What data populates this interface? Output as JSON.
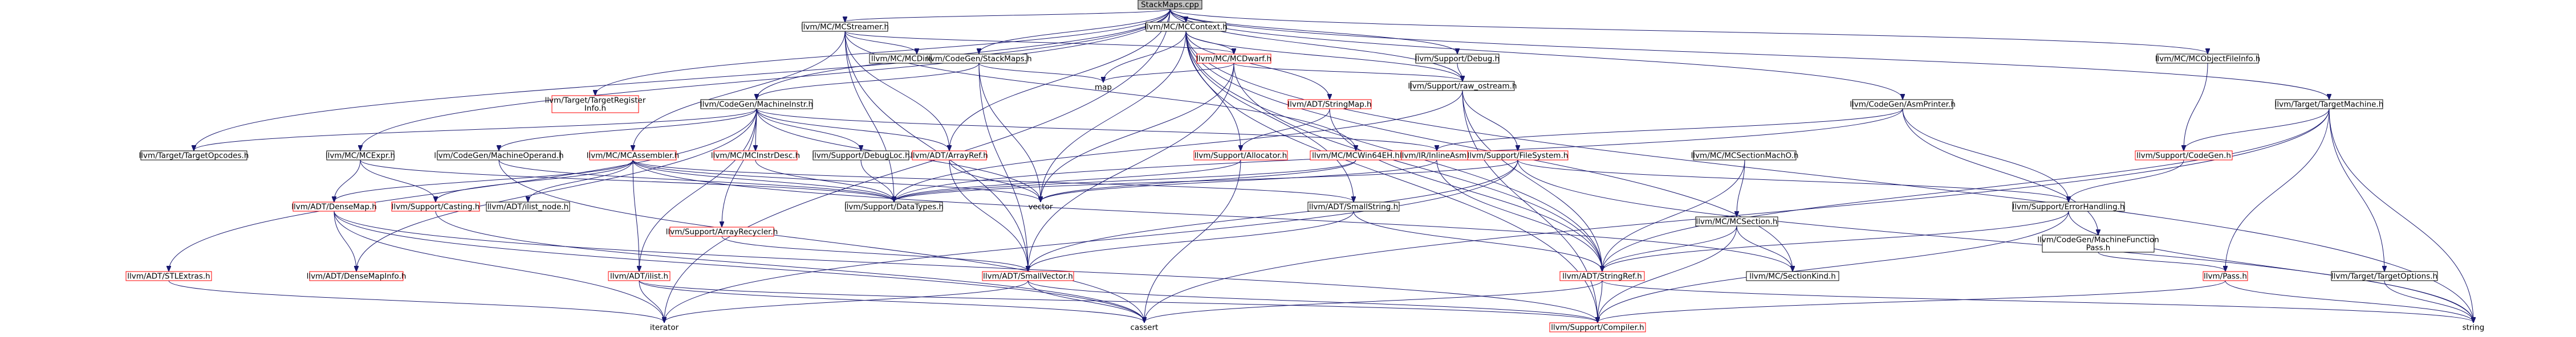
{
  "diagram": {
    "root": "StackMaps.cpp",
    "colors": {
      "edge": "#191970",
      "root_fill": "#bfbfbf",
      "missing_border": "#ff0000",
      "normal_border": "#000000"
    },
    "nodes": [
      {
        "id": "root",
        "label": "StackMaps.cpp",
        "kind": "root"
      },
      {
        "id": "mcstreamer",
        "label": "llvm/MC/MCStreamer.h",
        "kind": "plain"
      },
      {
        "id": "mccontext",
        "label": "llvm/MC/MCContext.h",
        "kind": "plain"
      },
      {
        "id": "mcobjfileinfo",
        "label": "llvm/MC/MCObjectFileInfo.h",
        "kind": "plain"
      },
      {
        "id": "targetregister",
        "label": "llvm/Target/TargetRegister\nInfo.h",
        "kind": "red"
      },
      {
        "id": "mcdirectives",
        "label": "llvm/MC/MCDirectives.h",
        "kind": "plain"
      },
      {
        "id": "cgstackmaps",
        "label": "llvm/CodeGen/StackMaps.h",
        "kind": "plain"
      },
      {
        "id": "mcdwarf",
        "label": "llvm/MC/MCDwarf.h",
        "kind": "red"
      },
      {
        "id": "supportdebug",
        "label": "llvm/Support/Debug.h",
        "kind": "plain"
      },
      {
        "id": "cgmachineinstr",
        "label": "llvm/CodeGen/MachineInstr.h",
        "kind": "plain"
      },
      {
        "id": "map",
        "label": "map",
        "kind": "ghost"
      },
      {
        "id": "adtstringmap",
        "label": "llvm/ADT/StringMap.h",
        "kind": "red"
      },
      {
        "id": "rawostream",
        "label": "llvm/Support/raw_ostream.h",
        "kind": "plain"
      },
      {
        "id": "cgasmprinter",
        "label": "llvm/CodeGen/AsmPrinter.h",
        "kind": "plain"
      },
      {
        "id": "targetmachine",
        "label": "llvm/Target/TargetMachine.h",
        "kind": "plain"
      },
      {
        "id": "targetopcodes",
        "label": "llvm/Target/TargetOpcodes.h",
        "kind": "plain"
      },
      {
        "id": "mcexpr",
        "label": "llvm/MC/MCExpr.h",
        "kind": "plain"
      },
      {
        "id": "cgmachineoperand",
        "label": "llvm/CodeGen/MachineOperand.h",
        "kind": "plain"
      },
      {
        "id": "mcassembler",
        "label": "llvm/MC/MCAssembler.h",
        "kind": "red"
      },
      {
        "id": "mcinstrdesc",
        "label": "llvm/MC/MCInstrDesc.h",
        "kind": "red"
      },
      {
        "id": "debugloc",
        "label": "llvm/Support/DebugLoc.h",
        "kind": "plain"
      },
      {
        "id": "arrayref",
        "label": "llvm/ADT/ArrayRef.h",
        "kind": "red"
      },
      {
        "id": "allocator",
        "label": "llvm/Support/Allocator.h",
        "kind": "red"
      },
      {
        "id": "mcwin64eh",
        "label": "llvm/MC/MCWin64EH.h",
        "kind": "red"
      },
      {
        "id": "inlineasm",
        "label": "llvm/IR/InlineAsm.h",
        "kind": "red"
      },
      {
        "id": "filesystem",
        "label": "llvm/Support/FileSystem.h",
        "kind": "red"
      },
      {
        "id": "mcsectionmacho",
        "label": "llvm/MC/MCSectionMachO.h",
        "kind": "plain"
      },
      {
        "id": "supportcodegen",
        "label": "llvm/Support/CodeGen.h",
        "kind": "red"
      },
      {
        "id": "stlextras",
        "label": "llvm/ADT/STLExtras.h",
        "kind": "red"
      },
      {
        "id": "densemap",
        "label": "llvm/ADT/DenseMap.h",
        "kind": "red"
      },
      {
        "id": "casting",
        "label": "llvm/Support/Casting.h",
        "kind": "red"
      },
      {
        "id": "ilistnode",
        "label": "llvm/ADT/ilist_node.h",
        "kind": "plain"
      },
      {
        "id": "datatypes",
        "label": "llvm/Support/DataTypes.h",
        "kind": "plain"
      },
      {
        "id": "arrayrecycler",
        "label": "llvm/Support/ArrayRecycler.h",
        "kind": "red"
      },
      {
        "id": "ilist",
        "label": "llvm/ADT/ilist.h",
        "kind": "red"
      },
      {
        "id": "vector",
        "label": "vector",
        "kind": "ghost"
      },
      {
        "id": "smallstring",
        "label": "llvm/ADT/SmallString.h",
        "kind": "plain"
      },
      {
        "id": "mcsection",
        "label": "llvm/MC/MCSection.h",
        "kind": "plain"
      },
      {
        "id": "errorhandling",
        "label": "llvm/Support/ErrorHandling.h",
        "kind": "plain"
      },
      {
        "id": "cgmachinefuncpass",
        "label": "llvm/CodeGen/MachineFunction\nPass.h",
        "kind": "plain"
      },
      {
        "id": "targetoptions",
        "label": "llvm/Target/TargetOptions.h",
        "kind": "plain"
      },
      {
        "id": "densemapinfo",
        "label": "llvm/ADT/DenseMapInfo.h",
        "kind": "red"
      },
      {
        "id": "smallvector",
        "label": "llvm/ADT/SmallVector.h",
        "kind": "red"
      },
      {
        "id": "stringref",
        "label": "llvm/ADT/StringRef.h",
        "kind": "red"
      },
      {
        "id": "mcsectionkind",
        "label": "llvm/MC/SectionKind.h",
        "kind": "plain"
      },
      {
        "id": "pass",
        "label": "llvm/Pass.h",
        "kind": "red"
      },
      {
        "id": "iterator",
        "label": "iterator",
        "kind": "ghost"
      },
      {
        "id": "cassert",
        "label": "cassert",
        "kind": "ghost"
      },
      {
        "id": "compiler",
        "label": "llvm/Support/Compiler.h",
        "kind": "red"
      },
      {
        "id": "string",
        "label": "string",
        "kind": "ghost"
      }
    ],
    "edges": [
      [
        "root",
        "mcstreamer"
      ],
      [
        "root",
        "mccontext"
      ],
      [
        "root",
        "mcobjfileinfo"
      ],
      [
        "root",
        "targetregister"
      ],
      [
        "root",
        "cgstackmaps"
      ],
      [
        "root",
        "supportdebug"
      ],
      [
        "root",
        "rawostream"
      ],
      [
        "root",
        "cgmachineinstr"
      ],
      [
        "root",
        "cgasmprinter"
      ],
      [
        "root",
        "targetmachine"
      ],
      [
        "root",
        "targetopcodes"
      ],
      [
        "root",
        "mcexpr"
      ],
      [
        "root",
        "iterator"
      ],
      [
        "root",
        "arrayref"
      ],
      [
        "mcstreamer",
        "mcdirectives"
      ],
      [
        "mcstreamer",
        "mcdwarf"
      ],
      [
        "mcstreamer",
        "mcwin64eh"
      ],
      [
        "mcstreamer",
        "datatypes"
      ],
      [
        "mcstreamer",
        "smallvector"
      ],
      [
        "mcstreamer",
        "arrayref"
      ],
      [
        "mcstreamer",
        "mcassembler"
      ],
      [
        "mccontext",
        "mcdwarf"
      ],
      [
        "mccontext",
        "adtstringmap"
      ],
      [
        "mccontext",
        "allocator"
      ],
      [
        "mccontext",
        "rawostream"
      ],
      [
        "mccontext",
        "map"
      ],
      [
        "mccontext",
        "vector"
      ],
      [
        "mccontext",
        "smallstring"
      ],
      [
        "mccontext",
        "mcsectionkind"
      ],
      [
        "mccontext",
        "compiler"
      ],
      [
        "mccontext",
        "stringref"
      ],
      [
        "mccontext",
        "string"
      ],
      [
        "mcobjfileinfo",
        "supportcodegen"
      ],
      [
        "cgstackmaps",
        "cgmachineinstr"
      ],
      [
        "cgstackmaps",
        "map"
      ],
      [
        "cgstackmaps",
        "vector"
      ],
      [
        "cgstackmaps",
        "smallvector"
      ],
      [
        "mcdwarf",
        "map"
      ],
      [
        "mcdwarf",
        "rawostream"
      ],
      [
        "mcdwarf",
        "stringref"
      ],
      [
        "mcdwarf",
        "vector"
      ],
      [
        "mcdwarf",
        "smallvector"
      ],
      [
        "supportdebug",
        "rawostream"
      ],
      [
        "cgmachineinstr",
        "targetopcodes"
      ],
      [
        "cgmachineinstr",
        "cgmachineoperand"
      ],
      [
        "cgmachineinstr",
        "mcinstrdesc"
      ],
      [
        "cgmachineinstr",
        "debugloc"
      ],
      [
        "cgmachineinstr",
        "arrayref"
      ],
      [
        "cgmachineinstr",
        "inlineasm"
      ],
      [
        "cgmachineinstr",
        "densemapinfo"
      ],
      [
        "cgmachineinstr",
        "stlextras"
      ],
      [
        "cgmachineinstr",
        "ilist"
      ],
      [
        "cgmachineinstr",
        "arrayrecycler"
      ],
      [
        "cgmachineinstr",
        "vector"
      ],
      [
        "adtstringmap",
        "allocator"
      ],
      [
        "adtstringmap",
        "stringref"
      ],
      [
        "rawostream",
        "filesystem"
      ],
      [
        "rawostream",
        "compiler"
      ],
      [
        "rawostream",
        "datatypes"
      ],
      [
        "rawostream",
        "stringref"
      ],
      [
        "cgasmprinter",
        "cgmachinefuncpass"
      ],
      [
        "cgasmprinter",
        "inlineasm"
      ],
      [
        "cgasmprinter",
        "errorhandling"
      ],
      [
        "cgasmprinter",
        "datatypes"
      ],
      [
        "targetmachine",
        "stringref"
      ],
      [
        "targetmachine",
        "supportcodegen"
      ],
      [
        "targetmachine",
        "targetoptions"
      ],
      [
        "targetmachine",
        "pass"
      ],
      [
        "targetmachine",
        "string"
      ],
      [
        "targetmachine",
        "cassert"
      ],
      [
        "mcexpr",
        "casting"
      ],
      [
        "mcexpr",
        "datatypes"
      ],
      [
        "mcexpr",
        "densemap"
      ],
      [
        "cgmachineoperand",
        "datatypes"
      ],
      [
        "cgmachineoperand",
        "cassert"
      ],
      [
        "mcassembler",
        "densemap"
      ],
      [
        "mcassembler",
        "ilist"
      ],
      [
        "mcassembler",
        "ilistnode"
      ],
      [
        "mcassembler",
        "casting"
      ],
      [
        "mcassembler",
        "mcsectionkind"
      ],
      [
        "mcassembler",
        "datatypes"
      ],
      [
        "mcassembler",
        "vector"
      ],
      [
        "mcassembler",
        "smallstring"
      ],
      [
        "mcinstrdesc",
        "datatypes"
      ],
      [
        "debugloc",
        "datatypes"
      ],
      [
        "arrayref",
        "smallvector"
      ],
      [
        "arrayref",
        "vector"
      ],
      [
        "allocator",
        "datatypes"
      ],
      [
        "allocator",
        "cassert"
      ],
      [
        "mcwin64eh",
        "vector"
      ],
      [
        "mcwin64eh",
        "datatypes"
      ],
      [
        "inlineasm",
        "stringref"
      ],
      [
        "inlineasm",
        "vector"
      ],
      [
        "filesystem",
        "datatypes"
      ],
      [
        "filesystem",
        "errorhandling"
      ],
      [
        "filesystem",
        "smallvector"
      ],
      [
        "filesystem",
        "string"
      ],
      [
        "filesystem",
        "iterator"
      ],
      [
        "mcsectionmacho",
        "mcsection"
      ],
      [
        "mcsectionmacho",
        "stringref"
      ],
      [
        "supportcodegen",
        "errorhandling"
      ],
      [
        "stlextras",
        "iterator"
      ],
      [
        "densemap",
        "densemapinfo"
      ],
      [
        "densemap",
        "cassert"
      ],
      [
        "densemap",
        "iterator"
      ],
      [
        "densemap",
        "compiler"
      ],
      [
        "casting",
        "cassert"
      ],
      [
        "arrayrecycler",
        "smallvector"
      ],
      [
        "ilist",
        "cassert"
      ],
      [
        "ilist",
        "iterator"
      ],
      [
        "ilist",
        "compiler"
      ],
      [
        "smallstring",
        "stringref"
      ],
      [
        "smallstring",
        "smallvector"
      ],
      [
        "mcsection",
        "mcsectionkind"
      ],
      [
        "mcsection",
        "stringref"
      ],
      [
        "mcsection",
        "compiler"
      ],
      [
        "errorhandling",
        "stringref"
      ],
      [
        "errorhandling",
        "compiler"
      ],
      [
        "errorhandling",
        "string"
      ],
      [
        "cgmachinefuncpass",
        "pass"
      ],
      [
        "targetoptions",
        "string"
      ],
      [
        "smallvector",
        "cassert"
      ],
      [
        "smallvector",
        "iterator"
      ],
      [
        "smallvector",
        "compiler"
      ],
      [
        "stringref",
        "cassert"
      ],
      [
        "stringref",
        "compiler"
      ],
      [
        "stringref",
        "string"
      ],
      [
        "pass",
        "string"
      ],
      [
        "pass",
        "compiler"
      ]
    ]
  }
}
